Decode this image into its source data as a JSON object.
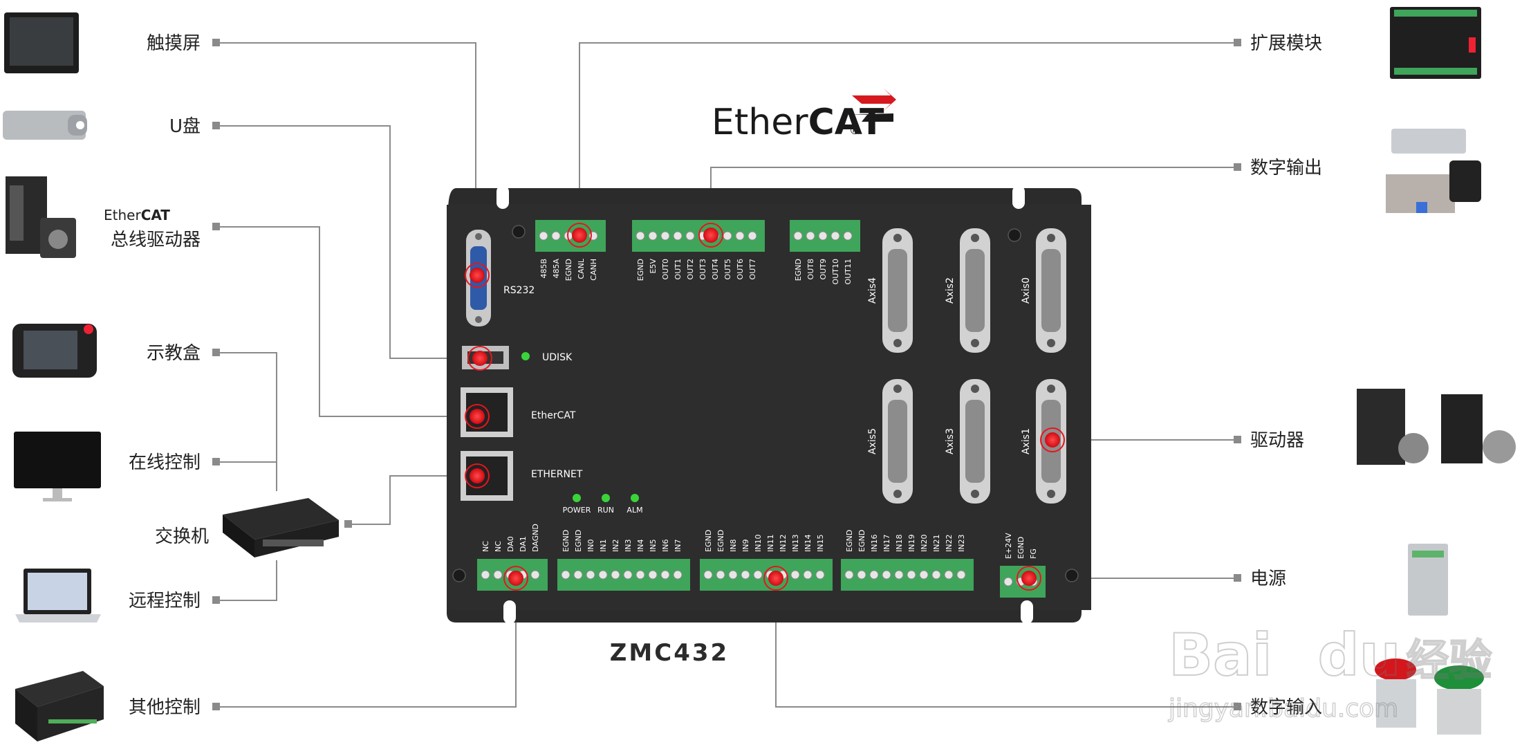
{
  "left_labels": {
    "touchscreen": "触摸屏",
    "udisk": "U盘",
    "ethercat_drive": "总线驱动器",
    "teach_pendant": "示教盒",
    "online_control": "在线控制",
    "switch": "交换机",
    "remote_control": "远程控制",
    "other_control": "其他控制"
  },
  "right_labels": {
    "expansion": "扩展模块",
    "digital_output": "数字输出",
    "driver": "驱动器",
    "power": "电源",
    "digital_input": "数字输入"
  },
  "ethercat_logo": {
    "ether": "Ether",
    "cat": "CAT",
    "reg": "®"
  },
  "model": "ZMC432",
  "ports": {
    "rs232": "RS232",
    "udisk": "UDISK",
    "ethercat": "EtherCAT",
    "ethernet": "ETHERNET",
    "leds": [
      "POWER",
      "RUN",
      "ALM"
    ],
    "axes": [
      "Axis4",
      "Axis2",
      "Axis0",
      "Axis5",
      "Axis3",
      "Axis1"
    ]
  },
  "pins": {
    "can": [
      "485B",
      "485A",
      "EGND",
      "CANL",
      "CANH"
    ],
    "out_a": [
      "EGND",
      "E5V",
      "OUT0",
      "OUT1",
      "OUT2",
      "OUT3",
      "OUT4",
      "OUT5",
      "OUT6",
      "OUT7"
    ],
    "out_b": [
      "EGND",
      "OUT8",
      "OUT9",
      "OUT10",
      "OUT11"
    ],
    "da": [
      "NC",
      "NC",
      "DA0",
      "DA1",
      "DAGND"
    ],
    "in_a": [
      "EGND",
      "EGND",
      "IN0",
      "IN1",
      "IN2",
      "IN3",
      "IN4",
      "IN5",
      "IN6",
      "IN7"
    ],
    "in_b": [
      "EGND",
      "EGND",
      "IN8",
      "IN9",
      "IN10",
      "IN11",
      "IN12",
      "IN13",
      "IN14",
      "IN15"
    ],
    "in_c": [
      "EGND",
      "EGND",
      "IN16",
      "IN17",
      "IN18",
      "IN19",
      "IN20",
      "IN21",
      "IN22",
      "IN23"
    ],
    "pwr": [
      "E+24V",
      "EGND",
      "FG"
    ]
  },
  "watermark": {
    "brand": "Bai",
    "brand2": "du",
    "cn": "经验",
    "url": "jingyan.baidu.com"
  },
  "colors": {
    "board": "#2b2b2b",
    "terminal": "#3fa55a",
    "marker": "#e8141c",
    "line": "#8a8a8a",
    "led": "#3ad43a"
  }
}
